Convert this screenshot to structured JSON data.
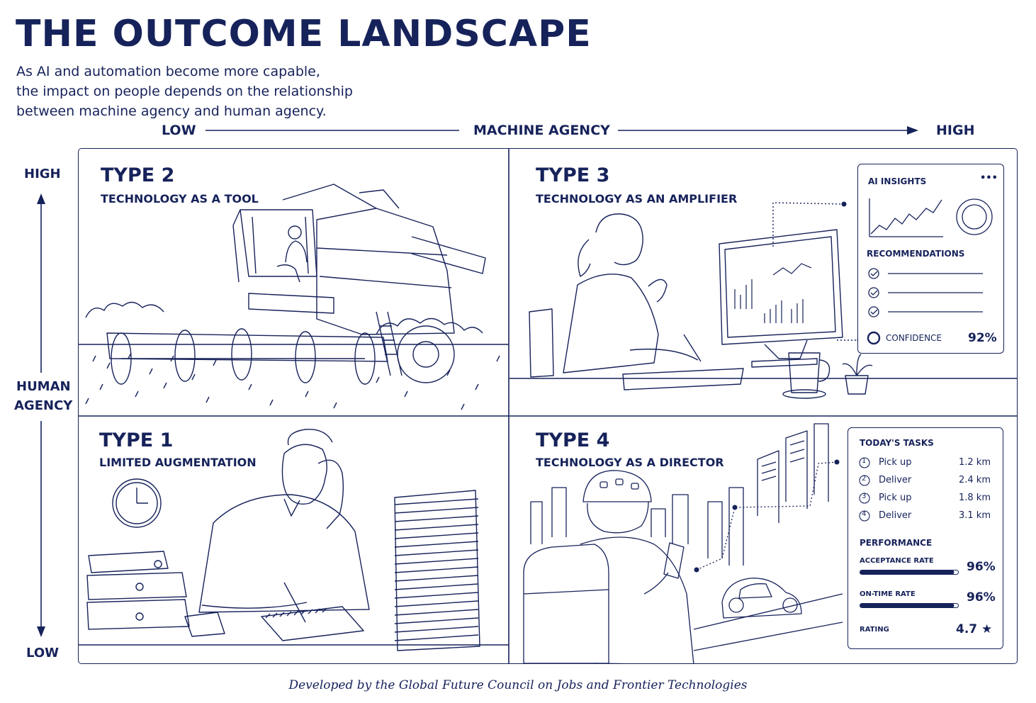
{
  "title": "THE OUTCOME LANDSCAPE",
  "subtitle": [
    "As AI and automation become more capable,",
    "the impact on people depends on the relationship",
    "between machine agency and human agency."
  ],
  "x_axis": {
    "low": "LOW",
    "label": "MACHINE AGENCY",
    "high": "HIGH"
  },
  "y_axis": {
    "high": "HIGH",
    "label_line1": "HUMAN",
    "label_line2": "AGENCY",
    "low": "LOW"
  },
  "quadrants": {
    "type2": {
      "type": "TYPE 2",
      "label": "TECHNOLOGY AS A TOOL"
    },
    "type3": {
      "type": "TYPE 3",
      "label": "TECHNOLOGY AS AN AMPLIFIER"
    },
    "type1": {
      "type": "TYPE 1",
      "label": "LIMITED AUGMENTATION"
    },
    "type4": {
      "type": "TYPE 4",
      "label": "TECHNOLOGY AS A DIRECTOR"
    }
  },
  "ai_panel": {
    "title": "AI INSIGHTS",
    "menu": "•••",
    "recommendations": "RECOMMENDATIONS",
    "confidence_label": "CONFIDENCE",
    "confidence_value": "92%"
  },
  "tasks_panel": {
    "title": "TODAY'S TASKS",
    "tasks": [
      {
        "num": "1",
        "name": "Pick up",
        "dist": "1.2 km"
      },
      {
        "num": "2",
        "name": "Deliver",
        "dist": "2.4 km"
      },
      {
        "num": "3",
        "name": "Pick up",
        "dist": "1.8 km"
      },
      {
        "num": "4",
        "name": "Deliver",
        "dist": "3.1 km"
      }
    ],
    "performance": "PERFORMANCE",
    "acceptance_label": "ACCEPTANCE RATE",
    "acceptance_value": "96%",
    "ontime_label": "ON-TIME RATE",
    "ontime_value": "96%",
    "rating_label": "RATING",
    "rating_value": "4.7 ★"
  },
  "footer": "Developed by the Global Future Council on Jobs and Frontier Technologies",
  "colors": {
    "ink": "#16225a",
    "background": "#ffffff"
  }
}
